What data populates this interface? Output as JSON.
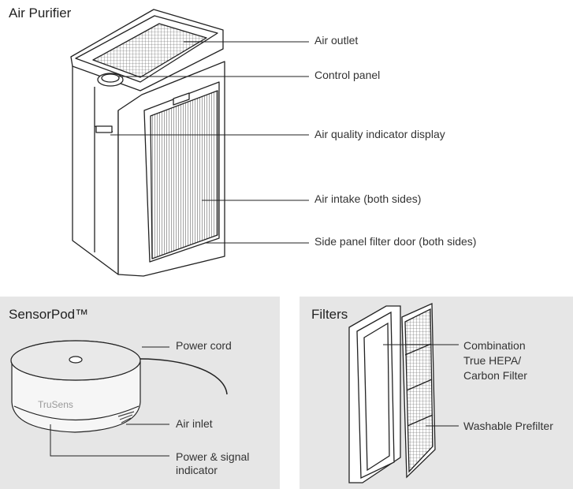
{
  "purifier": {
    "title": "Air Purifier",
    "labels": {
      "air_outlet": "Air outlet",
      "control_panel": "Control panel",
      "aq_display": "Air quality indicator display",
      "air_intake": "Air intake (both sides)",
      "filter_door": "Side panel filter door (both sides)"
    }
  },
  "sensorpod": {
    "title": "SensorPod™",
    "brand": "TruSens",
    "labels": {
      "power_cord": "Power cord",
      "air_inlet": "Air inlet",
      "indicator_line1": "Power & signal",
      "indicator_line2": "indicator"
    }
  },
  "filters": {
    "title": "Filters",
    "labels": {
      "hepa_line1": "Combination",
      "hepa_line2": "True HEPA/",
      "hepa_line3": "Carbon Filter",
      "prefilter": "Washable Prefilter"
    }
  },
  "colors": {
    "panel_bg": "#e6e6e6",
    "line": "#222222"
  }
}
